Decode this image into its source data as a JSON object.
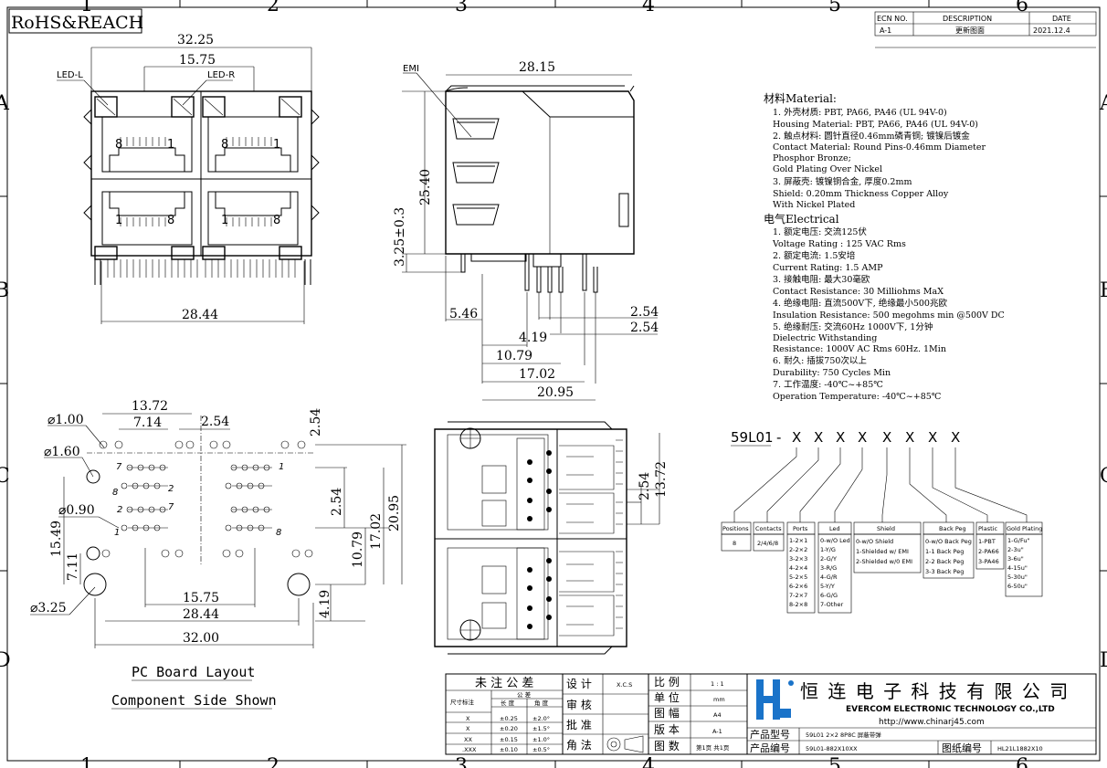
{
  "header": {
    "compliance": "RoHS&REACH",
    "columns": [
      "1",
      "2",
      "3",
      "4",
      "5",
      "6"
    ],
    "rows": [
      "A",
      "B",
      "C",
      "D"
    ]
  },
  "revision": {
    "headers": [
      "ECN NO.",
      "DESCRIPTION",
      "DATE"
    ],
    "row": [
      "A-1",
      "更新图面",
      "2021.12.4"
    ]
  },
  "front_view": {
    "width_top": "32.25",
    "width_mid": "15.75",
    "width_bottom": "28.44",
    "led_l": "LED-L",
    "led_r": "LED-R",
    "pin_labels_top": [
      "8",
      "1",
      "8",
      "1"
    ],
    "pin_labels_bottom": [
      "1",
      "8",
      "1",
      "8"
    ]
  },
  "side_view": {
    "emi": "EMI",
    "length": "28.15",
    "height": "25.40",
    "pin_height": "3.25±0.3",
    "dims": [
      "5.46",
      "4.19",
      "10.79",
      "17.02",
      "20.95",
      "2.54",
      "2.54"
    ]
  },
  "pcb_layout": {
    "title": "PC Board Layout",
    "subtitle": "Component Side Shown",
    "dims": {
      "d1": "13.72",
      "d2": "7.14",
      "d3": "2.54",
      "d4": "2.54",
      "hole1": "⌀1.00",
      "hole2": "⌀1.60",
      "hole3": "⌀0.90",
      "hole4": "⌀3.25",
      "v1": "15.49",
      "v2": "7.11",
      "b1": "15.75",
      "b2": "28.44",
      "b3": "32.00",
      "r1": "2.54",
      "r2": "10.79",
      "r3": "17.02",
      "r4": "20.95",
      "r5": "4.19"
    },
    "pin_nums": [
      "7",
      "2",
      "8",
      "1",
      "2",
      "7",
      "1",
      "8"
    ]
  },
  "bottom_view": {
    "dim1": "2.54",
    "dim2": "13.72"
  },
  "material": {
    "title": "材料Material:",
    "lines": [
      "1. 外壳材质: PBT, PA66, PA46 (UL 94V-0)",
      "   Housing Material: PBT, PA66, PA46 (UL 94V-0)",
      "2. 触点材料: 圆针直径0.46mm磷青铜; 镀镍后镀金",
      "   Contact Material: Round Pins-0.46mm Diameter",
      "                     Phosphor Bronze;",
      "                     Gold Plating Over Nickel",
      "3. 屏蔽壳: 镀镍铜合金, 厚度0.2mm",
      "   Shield: 0.20mm Thickness Copper Alloy",
      "              With Nickel Plated"
    ]
  },
  "electrical": {
    "title": "电气Electrical",
    "lines": [
      "1. 额定电压: 交流125伏",
      "   Voltage Rating : 125 VAC Rms",
      "2. 额定电流: 1.5安培",
      "   Current Rating: 1.5 AMP",
      "3. 接触电阻: 最大30毫欧",
      "   Contact Resistance: 30 Milliohms MaX",
      "4. 绝缘电阻: 直流500V下, 绝缘最小500兆欧",
      "   Insulation Resistance: 500 megohms min @500V DC",
      "5. 绝缘耐压: 交流60Hz 1000V下, 1分钟",
      "   Dielectric Withstanding",
      "             Resistance: 1000V AC Rms 60Hz. 1Min",
      "6. 耐久: 插拔750次以上",
      "   Durability: 750 Cycles Min",
      "7. 工作温度: -40℃~+85℃",
      "   Operation Temperature: -40℃~+85℃"
    ]
  },
  "part_code": {
    "prefix": "59L01",
    "dash": "-",
    "x": "X",
    "boxes": [
      {
        "title": "Positions",
        "items": [
          "8"
        ]
      },
      {
        "title": "Contacts",
        "items": [
          "2/4/6/8"
        ]
      },
      {
        "title": "Ports",
        "items": [
          "1-2×1",
          "2-2×2",
          "3-2×3",
          "4-2×4",
          "5-2×5",
          "6-2×6",
          "7-2×7",
          "8-2×8"
        ]
      },
      {
        "title": "Led",
        "items": [
          "0-w/O Led",
          "1-Y/G",
          "2-G/Y",
          "3-R/G",
          "4-G/R",
          "5-Y/Y",
          "6-G/G",
          "7-Other"
        ]
      },
      {
        "title": "Shield",
        "items": [
          "0-w/O Shield",
          "1-Shielded w/ EMI",
          "2-Shielded w/0 EMI"
        ]
      },
      {
        "title": "Back Peg",
        "items": [
          "0-w/O Back Peg",
          "1-1 Back Peg",
          "2-2 Back Peg",
          "3-3 Back Peg"
        ]
      },
      {
        "title": "Plastic",
        "items": [
          "1-PBT",
          "2-PA66",
          "3-PA46"
        ]
      },
      {
        "title": "Gold Plating",
        "items": [
          "1-G/Fu\"",
          "2-3u\"",
          "3-6u\"",
          "4-15u\"",
          "5-30u\"",
          "6-50u\""
        ]
      }
    ]
  },
  "title_block": {
    "tolerance_title": "未 注 公 差",
    "size_label": "尺寸标注",
    "tol_cols": [
      "公 差"
    ],
    "tol_sub": [
      "长 度",
      "角 度"
    ],
    "tol_rows": [
      [
        "X",
        "±0.25",
        "±2.0°"
      ],
      [
        "X",
        "±0.20",
        "±1.5°"
      ],
      [
        "XX",
        "±0.15",
        "±1.0°"
      ],
      [
        ".XXX",
        "±0.10",
        "±0.5°"
      ]
    ],
    "design": "设 计",
    "design_val": "X.C.S",
    "check": "审 核",
    "approve": "批 准",
    "angle": "角 法",
    "scale": "比 例",
    "scale_val": "1 : 1",
    "unit": "单 位",
    "unit_val": "mm",
    "size": "图 幅",
    "size_val": "A4",
    "version": "版 本",
    "version_val": "A-1",
    "sheets": "图 数",
    "sheets_val": "第1页 共1页",
    "company_cn": "恒 连 电 子 科 技 有 限 公 司",
    "company_en": "EVERCOM ELECTRONIC TECHNOLOGY CO.,LTD",
    "url": "http://www.chinarj45.com",
    "model_label": "产品型号",
    "model_val": "59L01 2×2 8P8C 屏蔽带弹",
    "code_label": "产品编号",
    "code_val": "59L01-882X10XX",
    "dwg_label": "图纸编号",
    "dwg_val": "HL21L1882X10"
  }
}
